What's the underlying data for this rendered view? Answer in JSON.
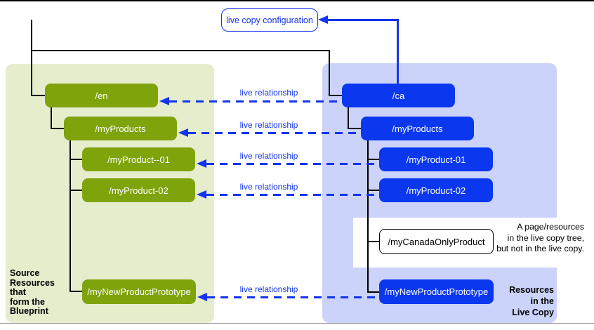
{
  "colors": {
    "blueprint_node": "#7fa30b",
    "blueprint_panel": "#e6edcd",
    "livecopy_node": "#0b38ef",
    "livecopy_panel": "#ccd3fa",
    "accent_blue": "#1334ec"
  },
  "config_box": {
    "label": "live copy configuration"
  },
  "relationship_label": "live relationship",
  "blueprint": {
    "caption_lines": [
      "Source",
      "Resources",
      "that",
      "form the",
      "Blueprint"
    ],
    "nodes": [
      "/en",
      "/myProducts",
      "/myProduct--01",
      "/myProduct-02",
      "/myNewProductPrototype"
    ]
  },
  "livecopy": {
    "caption_lines": [
      "Resources",
      "in the",
      "Live Copy"
    ],
    "nodes": [
      "/ca",
      "/myProducts",
      "/myProduct-01",
      "/myProduct-02",
      "/myNewProductPrototype"
    ],
    "excluded_node": "/myCanadaOnlyProduct",
    "note_lines": [
      "A page/resources",
      "in the live copy tree,",
      "but not in the live copy."
    ]
  }
}
